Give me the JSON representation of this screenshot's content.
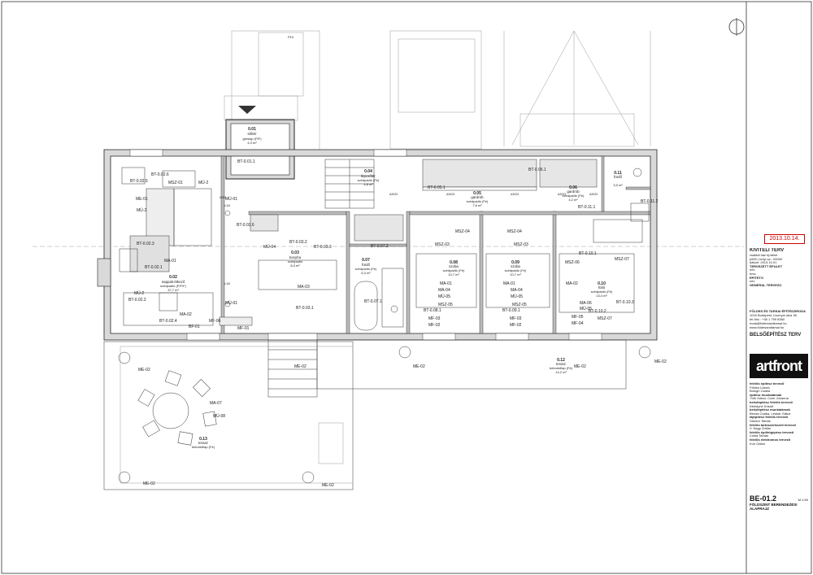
{
  "rooms": [
    {
      "id": "r001",
      "num": "0.01",
      "name": "előtér",
      "sub": "greslap (P/F)",
      "area": "4,3 m²"
    },
    {
      "id": "r002",
      "num": "0.02",
      "name": "nappali-étkező",
      "sub": "svédpadló (P/F/F)",
      "area": "37,7 m²"
    },
    {
      "id": "r003",
      "num": "0.03",
      "name": "konyha",
      "sub": "svédpadló",
      "area": "8,3 m²"
    },
    {
      "id": "r004",
      "num": "0.04",
      "name": "lépcsőtér",
      "sub": "svédpadló (Fé)",
      "area": "4,8 m²"
    },
    {
      "id": "r005",
      "num": "0.05",
      "name": "gardrób",
      "sub": "svédpadló (Fé)",
      "area": "7,6 m²"
    },
    {
      "id": "r006",
      "num": "0.06",
      "name": "gardrób",
      "sub": "svédpadló (Fé)",
      "area": "4,2 m²"
    },
    {
      "id": "r007",
      "num": "0.07",
      "name": "fürdő",
      "sub": "svédpadló (Fé)",
      "area": "6,3 m²"
    },
    {
      "id": "r008",
      "num": "0.08",
      "name": "szoba",
      "sub": "svédpadló (Fé)",
      "area": "10,7 m²"
    },
    {
      "id": "r009",
      "num": "0.09",
      "name": "szoba",
      "sub": "svédpadló (Fé)",
      "area": "10,7 m²"
    },
    {
      "id": "r010",
      "num": "0.10",
      "name": "háló",
      "sub": "svédpadló (Fé)",
      "area": "13,4 m²"
    },
    {
      "id": "r011",
      "num": "0.11",
      "name": "fürdő",
      "sub": "",
      "area": "3,5 m²"
    },
    {
      "id": "r012",
      "num": "0.12",
      "name": "terasz",
      "sub": "betonkőlap (Fé)",
      "area": "14,2 m²"
    },
    {
      "id": "r013",
      "num": "0.13",
      "name": "terasz",
      "sub": "betonkőlap (Fé)",
      "area": ""
    }
  ],
  "tags": [
    {
      "id": "t01",
      "text": "BT-0.01.1"
    },
    {
      "id": "t02",
      "text": "BT-0.02.6"
    },
    {
      "id": "t03",
      "text": "BT-0.02.5"
    },
    {
      "id": "t04",
      "text": "MSZ-01"
    },
    {
      "id": "t05",
      "text": "MÜ-2"
    },
    {
      "id": "t06",
      "text": "ME-01"
    },
    {
      "id": "t07",
      "text": "MÜ-2"
    },
    {
      "id": "t08",
      "text": "MÜ-01"
    },
    {
      "id": "t09",
      "text": "BT-0.02.6"
    },
    {
      "id": "t10",
      "text": "BT-0.02.3"
    },
    {
      "id": "t11",
      "text": "MA-01"
    },
    {
      "id": "t12",
      "text": "BT-0.02.1"
    },
    {
      "id": "t13",
      "text": "MÜ-2"
    },
    {
      "id": "t14",
      "text": "BT-0.02.2"
    },
    {
      "id": "t15",
      "text": "MA-02"
    },
    {
      "id": "t16",
      "text": "BT-0.02.4"
    },
    {
      "id": "t17",
      "text": "BF-01"
    },
    {
      "id": "t18",
      "text": "MF-06"
    },
    {
      "id": "t19",
      "text": "MF-01"
    },
    {
      "id": "t20",
      "text": "MÜ-01"
    },
    {
      "id": "t21",
      "text": "MÜ-04"
    },
    {
      "id": "t22",
      "text": "BT-0.03.2"
    },
    {
      "id": "t23",
      "text": "BT-0.03.3"
    },
    {
      "id": "t24",
      "text": "MA-03"
    },
    {
      "id": "t25",
      "text": "BT-0.03.1"
    },
    {
      "id": "t26",
      "text": "BT-0.07.2"
    },
    {
      "id": "t27",
      "text": "BT-0.07.1"
    },
    {
      "id": "t28",
      "text": "BT-0.05.1"
    },
    {
      "id": "t29",
      "text": "BT-0.06.1"
    },
    {
      "id": "t30",
      "text": "MSZ-03"
    },
    {
      "id": "t31",
      "text": "MSZ-04"
    },
    {
      "id": "t32",
      "text": "MSZ-04"
    },
    {
      "id": "t33",
      "text": "MSZ-03"
    },
    {
      "id": "t34",
      "text": "MA-01"
    },
    {
      "id": "t35",
      "text": "MA-04"
    },
    {
      "id": "t36",
      "text": "MÜ-05"
    },
    {
      "id": "t37",
      "text": "BT-0.08.1"
    },
    {
      "id": "t38",
      "text": "MSZ-05"
    },
    {
      "id": "t39",
      "text": "MF-03"
    },
    {
      "id": "t40",
      "text": "MF-02"
    },
    {
      "id": "t41",
      "text": "MA-01"
    },
    {
      "id": "t42",
      "text": "MA-04"
    },
    {
      "id": "t43",
      "text": "MÜ-05"
    },
    {
      "id": "t44",
      "text": "BT-0.09.1"
    },
    {
      "id": "t45",
      "text": "MSZ-05"
    },
    {
      "id": "t46",
      "text": "MF-03"
    },
    {
      "id": "t47",
      "text": "MF-02"
    },
    {
      "id": "t48",
      "text": "BT-0.10.1"
    },
    {
      "id": "t49",
      "text": "MSZ-06"
    },
    {
      "id": "t50",
      "text": "MSZ-07"
    },
    {
      "id": "t51",
      "text": "MA-02"
    },
    {
      "id": "t52",
      "text": "BT-0.10.3"
    },
    {
      "id": "t53",
      "text": "MA-06"
    },
    {
      "id": "t54",
      "text": "MÜ-05"
    },
    {
      "id": "t55",
      "text": "BT-0.10.2"
    },
    {
      "id": "t56",
      "text": "MF-05"
    },
    {
      "id": "t57",
      "text": "MSZ-07"
    },
    {
      "id": "t58",
      "text": "MF-04"
    },
    {
      "id": "t59",
      "text": "BT-0.11.1"
    },
    {
      "id": "t60",
      "text": "BT-0.11.2"
    },
    {
      "id": "t61",
      "text": "ME-02"
    },
    {
      "id": "t62",
      "text": "ME-02"
    },
    {
      "id": "t63",
      "text": "ME-02"
    },
    {
      "id": "t64",
      "text": "ME-02"
    },
    {
      "id": "t65",
      "text": "ME-02"
    },
    {
      "id": "t66",
      "text": "MA-07"
    },
    {
      "id": "t67",
      "text": "MÜ-08"
    },
    {
      "id": "t68",
      "text": "ME-02"
    },
    {
      "id": "t69",
      "text": "ME-02"
    },
    {
      "id": "t70",
      "text": "L18"
    },
    {
      "id": "t71",
      "text": "L18"
    },
    {
      "id": "t72",
      "text": "A284"
    },
    {
      "id": "t73",
      "text": "P10"
    },
    {
      "id": "t74",
      "text": "A2023"
    },
    {
      "id": "t75",
      "text": "A2023"
    },
    {
      "id": "t76",
      "text": "A2023"
    },
    {
      "id": "t77",
      "text": "A2023"
    },
    {
      "id": "t78",
      "text": "A2023"
    }
  ],
  "title_block": {
    "date_stamp": "2013.10.14.",
    "project": "KIVITELI TERV",
    "subject": "családi ház építése",
    "lines": [
      "p500 | helyr.sz.: 00000",
      "dátum: 2013.10.01",
      "TERVEZETT ÉPÜLET",
      "név",
      "hrsz.",
      "ÉPÍTETŐ",
      "név",
      "GENERÁL TERVEZŐ"
    ],
    "firm_name": "FÖLDES ÉS TARSAI ÉPÍTÉSZIRODA",
    "firm_address": "1016 Budapest, Lisznyai utca 36.",
    "firm_phone": "tel./fax.: +36 1 799 8360",
    "firm_email": "iroda@foldesandtarsai.hu",
    "firm_web": "www.foldesandtarsai.hu",
    "discipline": "BELSŐÉPÍTÉSZ TERV",
    "logo": "artfront",
    "staff": [
      "felelős építész tervező",
      "Földes László",
      "Bologh Csaba",
      "építész munkatársak",
      "Tóth Gábor, Czim Johanna",
      "belsőépítész felelős tervező",
      "Kibédyné Kristóf",
      "belsőépítész munkatársak",
      "Benda Csaba, Leskár Gábor",
      "tájépítész felelős tervező",
      "Sándor Tamás",
      "felelős tartószerkezeti tervező",
      "V. Nagy Zoltán",
      "felelős épületgépész tervező",
      "Csiha Tamás",
      "felelős elektromos tervező",
      "Kun Gábor"
    ],
    "sheet_no": "BE-01.2",
    "scale": "M 1:50",
    "sheet_title_1": "FÖLDSZINT BERENDEZÉSI",
    "sheet_title_2": "ALAPRAJZ"
  },
  "colors": {
    "line": "#222222",
    "grey": "#9a9a9a",
    "red": "#cc2222",
    "fill": "#d9d9d9"
  }
}
